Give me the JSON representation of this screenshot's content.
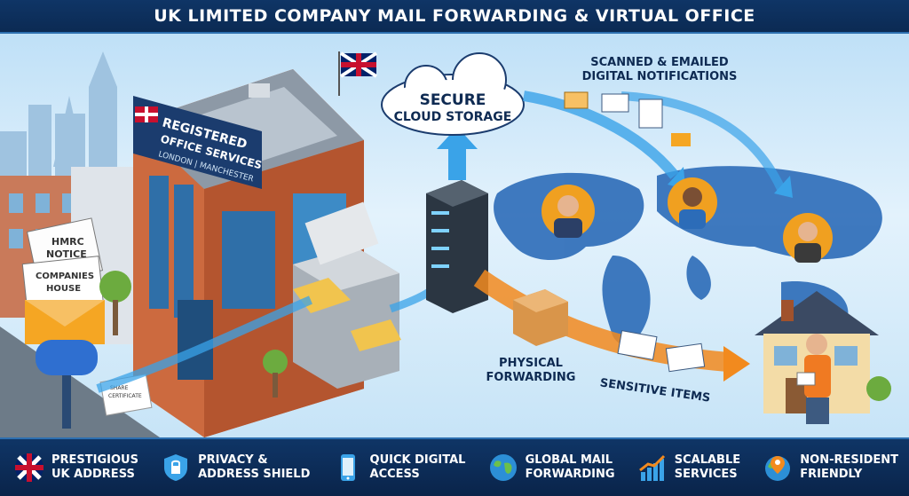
{
  "header": {
    "title": "UK LIMITED COMPANY MAIL FORWARDING & VIRTUAL OFFICE"
  },
  "building": {
    "sign_line1": "REGISTERED",
    "sign_line2": "OFFICE SERVICES",
    "sign_line3": "LONDON | MANCHESTER"
  },
  "documents": {
    "hmrc_line1": "HMRC",
    "hmrc_line2": "NOTICE",
    "companies_line1": "COMPANIES",
    "companies_line2": "HOUSE",
    "share_line1": "SHARE",
    "share_line2": "CERTIFICATE"
  },
  "cloud": {
    "line1": "SECURE",
    "line2": "CLOUD STORAGE"
  },
  "scanned": {
    "line1": "SCANNED & EMAILED",
    "line2": "DIGITAL NOTIFICATIONS"
  },
  "physical": {
    "line1": "PHYSICAL",
    "line2": "FORWARDING"
  },
  "sensitive": {
    "label": "SENSITIVE ITEMS"
  },
  "features": [
    {
      "icon": "uk-flag-icon",
      "line1": "PRESTIGIOUS",
      "line2": "UK ADDRESS"
    },
    {
      "icon": "shield-lock-icon",
      "line1": "PRIVACY &",
      "line2": "ADDRESS SHIELD"
    },
    {
      "icon": "phone-icon",
      "line1": "QUICK DIGITAL",
      "line2": "ACCESS"
    },
    {
      "icon": "globe-icon",
      "line1": "GLOBAL MAIL",
      "line2": "FORWARDING"
    },
    {
      "icon": "growth-chart-icon",
      "line1": "SCALABLE",
      "line2": "SERVICES"
    },
    {
      "icon": "globe-pin-icon",
      "line1": "NON-RESIDENT",
      "line2": "FRIENDLY"
    }
  ],
  "colors": {
    "navy": "#0e2a52",
    "sky": "#bfe0f7",
    "brick": "#c8653f",
    "orange_arrow": "#f28a1e",
    "blue_arrow": "#3aa3e8",
    "map": "#2c6cb8"
  }
}
